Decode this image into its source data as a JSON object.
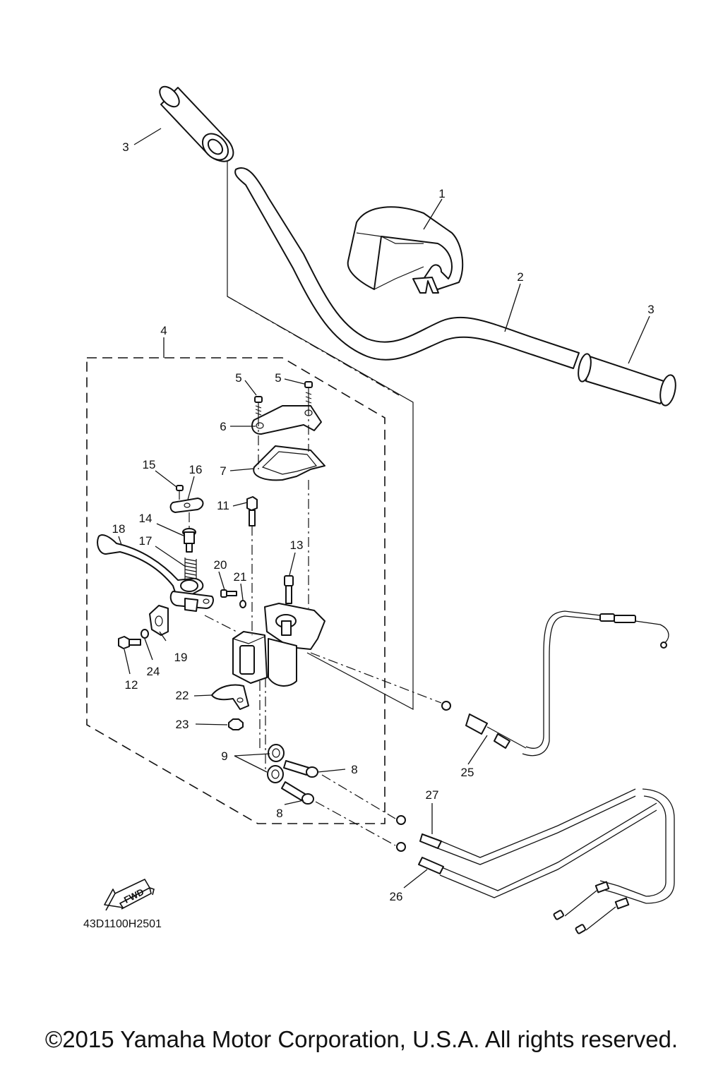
{
  "diagram": {
    "callouts": {
      "c1": "1",
      "c2": "2",
      "c3a": "3",
      "c3b": "3",
      "c4": "4",
      "c5a": "5",
      "c5b": "5",
      "c6": "6",
      "c7": "7",
      "c8a": "8",
      "c8b": "8",
      "c9": "9",
      "c11": "11",
      "c12": "12",
      "c13": "13",
      "c14": "14",
      "c15": "15",
      "c16": "16",
      "c17": "17",
      "c18": "18",
      "c19": "19",
      "c20": "20",
      "c21": "21",
      "c22": "22",
      "c23": "23",
      "c24": "24",
      "c25": "25",
      "c26": "26",
      "c27": "27"
    },
    "fwd_label": "FWD",
    "drawing_code": "43D1100H2501"
  },
  "footer": {
    "copyright": "©2015 Yamaha Motor Corporation, U.S.A. All rights reserved."
  }
}
